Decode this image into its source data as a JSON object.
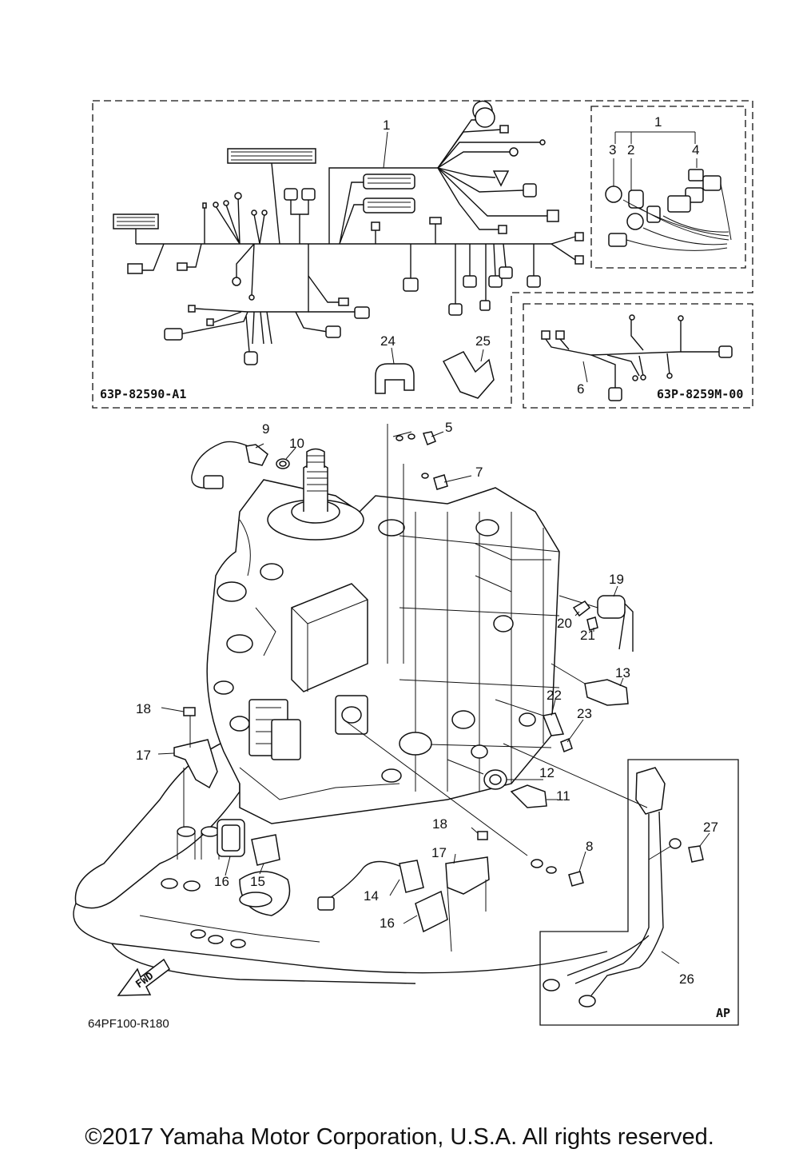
{
  "codes": {
    "harness_main": "63P-82590-A1",
    "harness_sub": "63P-8259M-00",
    "figure": "64PF100-R180",
    "ap_box": "AP",
    "fwd_arrow": "FWD"
  },
  "callouts": {
    "c1_main": "1",
    "c1_inset": "1",
    "c2": "2",
    "c3": "3",
    "c4": "4",
    "c5": "5",
    "c6": "6",
    "c7": "7",
    "c8": "8",
    "c9": "9",
    "c10": "10",
    "c11": "11",
    "c12": "12",
    "c13": "13",
    "c14": "14",
    "c15": "15",
    "c16a": "16",
    "c16b": "16",
    "c17a": "17",
    "c17b": "17",
    "c18a": "18",
    "c18b": "18",
    "c19": "19",
    "c20": "20",
    "c21": "21",
    "c22": "22",
    "c23": "23",
    "c24": "24",
    "c25": "25",
    "c26": "26",
    "c27": "27"
  },
  "copyright": "©2017 Yamaha Motor Corporation, U.S.A. All rights reserved."
}
